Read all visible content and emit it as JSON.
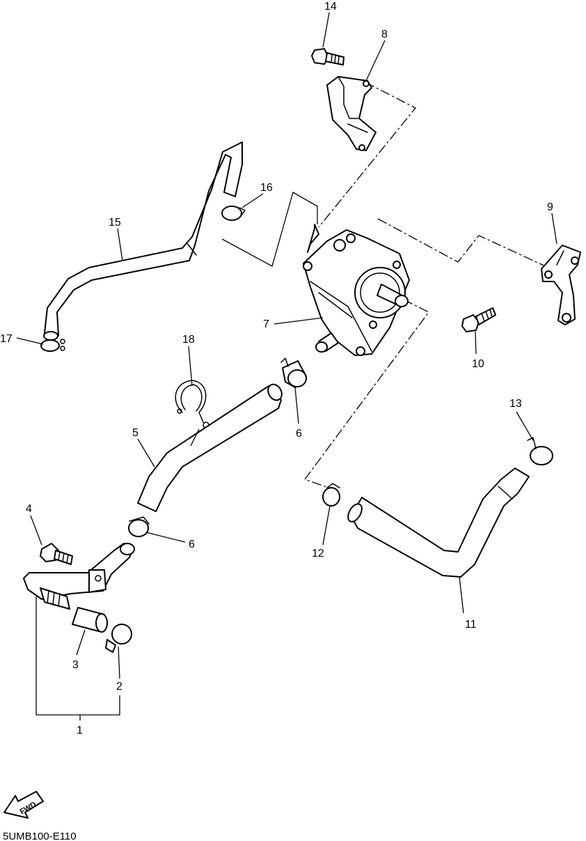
{
  "diagram_code": "5UMB100-E110",
  "fwd_label": "FWD",
  "callouts": [
    {
      "id": "1",
      "label": "1"
    },
    {
      "id": "2",
      "label": "2"
    },
    {
      "id": "3",
      "label": "3"
    },
    {
      "id": "4",
      "label": "4"
    },
    {
      "id": "5",
      "label": "5"
    },
    {
      "id": "6a",
      "label": "6"
    },
    {
      "id": "6b",
      "label": "6"
    },
    {
      "id": "7",
      "label": "7"
    },
    {
      "id": "8",
      "label": "8"
    },
    {
      "id": "9",
      "label": "9"
    },
    {
      "id": "10",
      "label": "10"
    },
    {
      "id": "11",
      "label": "11"
    },
    {
      "id": "12",
      "label": "12"
    },
    {
      "id": "13",
      "label": "13"
    },
    {
      "id": "14",
      "label": "14"
    },
    {
      "id": "15",
      "label": "15"
    },
    {
      "id": "16",
      "label": "16"
    },
    {
      "id": "17",
      "label": "17"
    },
    {
      "id": "18",
      "label": "18"
    }
  ],
  "colors": {
    "line": "#000000",
    "background": "#ffffff"
  }
}
